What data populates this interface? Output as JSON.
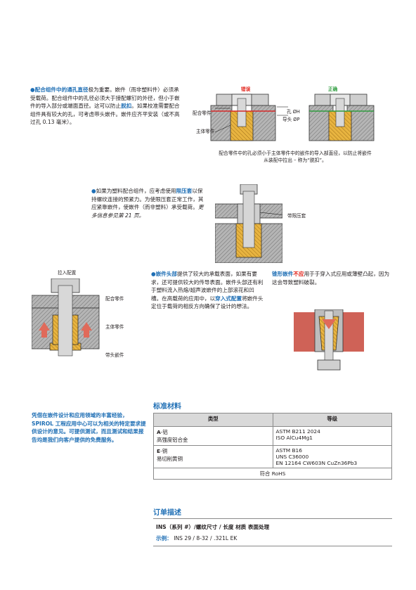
{
  "section1": {
    "p1_a": "配合组件中的通孔直径",
    "p1_b": "极为重要。嵌件（而非塑料件）必须承受载荷。配合组件中的孔径必须大于接配螺钉的外径，但小于嵌件的导入部分或端面直径。这可以防止",
    "p1_c": "脱扣",
    "p1_d": "。如果校准需要配合组件具有较大的孔，可考虑带头嵌件。嵌件应齐平安装（或不高过孔 0.13 毫米）。",
    "label_wrong": "错误",
    "label_right": "正确",
    "label_mating": "配合零件",
    "label_main": "主体零件",
    "label_hole": "孔 ØH",
    "label_lead": "导头 ØP",
    "caption": "配合零件中的孔必须小于主体零件中的嵌件的导入部直径，以防止将嵌件从装配中拉出 – 称为“脱扣”。"
  },
  "section2": {
    "p_a": "如果为塑料配合组件，应考虑使用",
    "p_b": "限压套",
    "p_c": "以保持螺纹连接的预紧力。为使限压套正常工作，其应紧靠嵌件，使嵌件（而非塑料）承受载荷。",
    "p_d": "更多信息参见第 21 页。",
    "label_limiter": "带限压套"
  },
  "section3": {
    "label_pullin": "拉入配置",
    "label_mating": "配合零件",
    "label_main": "主体零件",
    "label_headed": "带头嵌件",
    "p_a": "嵌件头部",
    "p_b": "提供了较大的承载表面，如果有要求，还可提供较大的传导表面。嵌件头部还有利于塑料流入热熔/超声波嵌件的上部滚花和凹槽。在高载荷的应用中，以",
    "p_c": "穿入式配置",
    "p_d": "将嵌件头定位于载荷的相反方向确保了设计的想法。",
    "t_a": "锥形嵌件",
    "t_b": "不应",
    "t_c": "用于于穿入式应用或薄壁凸起，因为这会导致塑料破裂。"
  },
  "sidebar_text": "凭借在嵌件设计和应用领域的丰富经验，SPIROL 工程应用中心可以为相关的特定要求提供设计的意见。可提供测试，而且测试和结果报告均是我们向客户提供的免费服务。",
  "materials": {
    "title": "标准材料",
    "col_type": "类型",
    "col_grade": "等级",
    "rows": [
      {
        "type_code": "A",
        "type_name": "-铝",
        "type_desc": "高强度铝合金",
        "grades": [
          "ASTM B211 2024",
          "ISO AlCu4Mg1"
        ]
      },
      {
        "type_code": "E",
        "type_name": "-铜",
        "type_desc": "易切削黄铜",
        "grades": [
          "ASTM B16",
          "UNS C36000",
          "EN 12164 CW603N CuZn36Pb3"
        ]
      }
    ],
    "footer": "符合 RoHS"
  },
  "order": {
    "title": "订单描述",
    "line1": "INS（系列 #）/螺纹尺寸 / 长度  材质  表面处理",
    "example_label": "示例：",
    "example_value": "INS 29  /  8-32  /  .321L  EK"
  },
  "colors": {
    "accent": "#1f6fb5",
    "red": "#e2231a",
    "green": "#2e9c3e",
    "brass": "#e8b440"
  }
}
